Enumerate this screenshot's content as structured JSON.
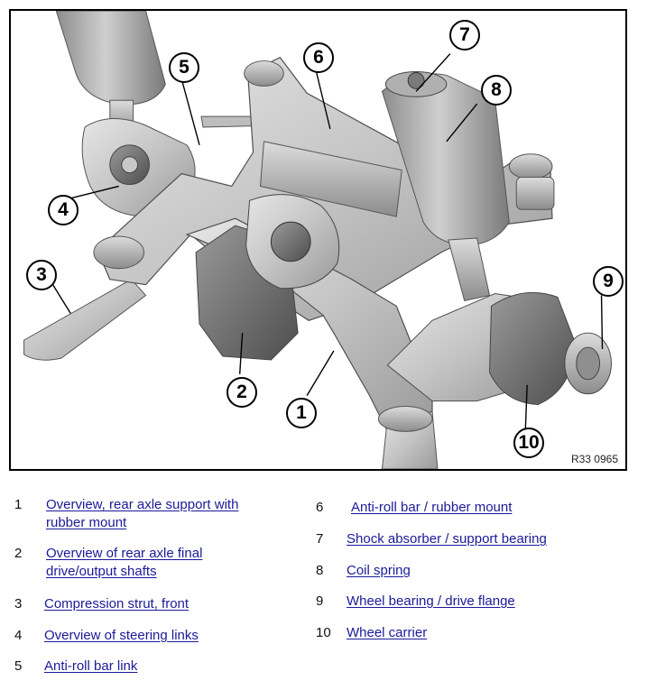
{
  "figure": {
    "code": "R33 0965",
    "callouts": [
      "1",
      "2",
      "3",
      "4",
      "5",
      "6",
      "7",
      "8",
      "9",
      "10"
    ]
  },
  "legend": [
    {
      "num": "1",
      "line1": "Overview, rear axle support with",
      "line2": "rubber mount"
    },
    {
      "num": "2",
      "line1": "Overview of rear axle final",
      "line2": "drive/output shafts"
    },
    {
      "num": "3",
      "line1": "Compression strut, front",
      "line2": ""
    },
    {
      "num": "4",
      "line1": "Overview of steering links",
      "line2": ""
    },
    {
      "num": "5",
      "line1": "Anti-roll bar link",
      "line2": ""
    },
    {
      "num": "6",
      "line1": "Anti-roll bar / rubber mount",
      "line2": ""
    },
    {
      "num": "7",
      "line1": "Shock absorber / support bearing",
      "line2": ""
    },
    {
      "num": "8",
      "line1": "Coil spring",
      "line2": ""
    },
    {
      "num": "9",
      "line1": "Wheel bearing / drive flange",
      "line2": ""
    },
    {
      "num": "10",
      "line1": "Wheel carrier",
      "line2": ""
    }
  ]
}
